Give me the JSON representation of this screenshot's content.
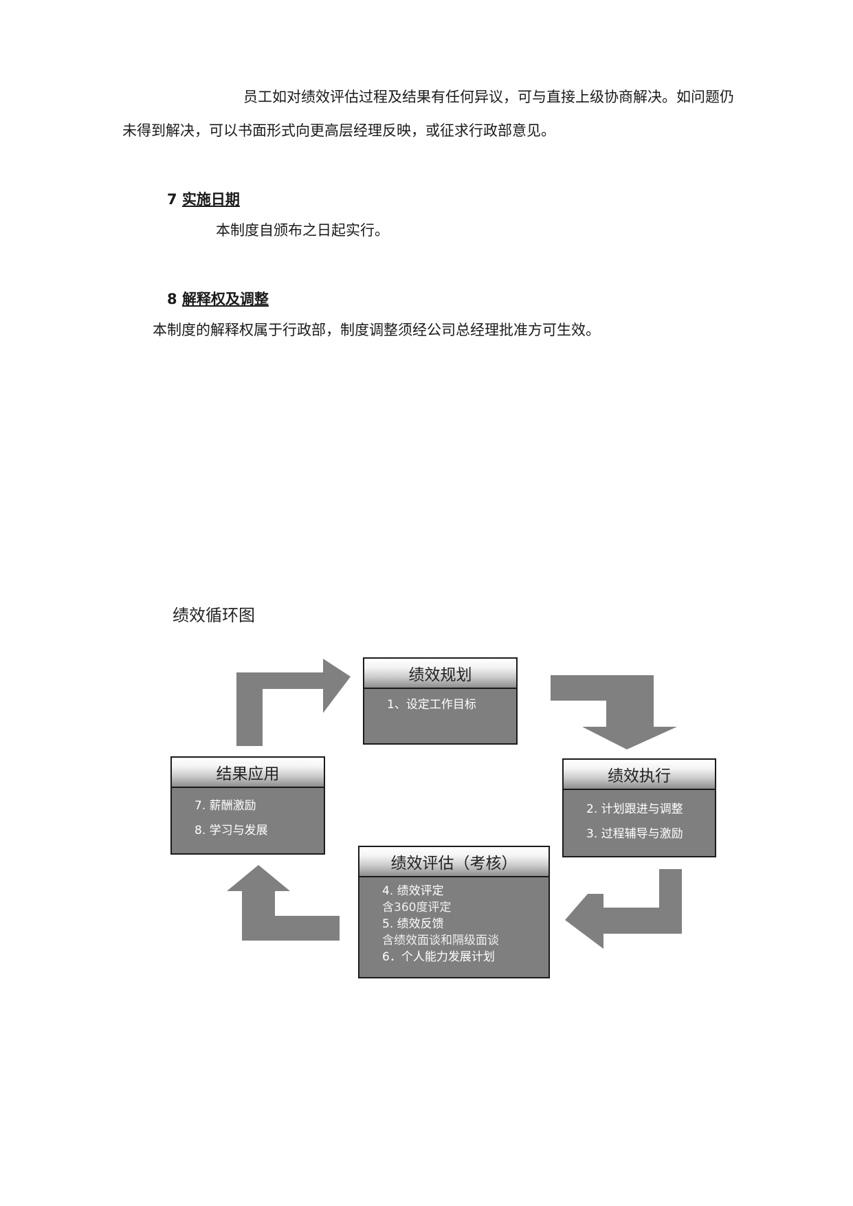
{
  "section_end": {
    "para_line1": "员工如对绩效评估过程及结果有任何异议，可与直接上级协商解决。如问题仍",
    "para_line2": "未得到解决，可以书面形式向更高层经理反映，或征求行政部意见。"
  },
  "section7": {
    "number": "7 ",
    "title": "实施日期",
    "body": "本制度自颁布之日起实行。"
  },
  "section8": {
    "number": "8 ",
    "title": "解释权及调整",
    "body": "本制度的解释权属于行政部，制度调整须经公司总经理批准方可生效。"
  },
  "diagram": {
    "title": "绩效循环图",
    "planning": {
      "title": "绩效规划",
      "items": [
        "1、设定工作目标"
      ]
    },
    "execution": {
      "title": "绩效执行",
      "items": [
        "2. 计划跟进与调整",
        "3. 过程辅导与激励"
      ]
    },
    "evaluation": {
      "title": "绩效评估（考核）",
      "items": [
        "4. 绩效评定",
        "含360度评定",
        "5. 绩效反馈",
        "含绩效面谈和隔级面谈",
        "6．个人能力发展计划"
      ]
    },
    "application": {
      "title": "结果应用",
      "items": [
        "7.   薪酬激励",
        "8. 学习与发展"
      ]
    },
    "colors": {
      "box_fill": "#7f7f7f",
      "arrow_fill": "#808080",
      "border": "#1a1a1a"
    }
  }
}
